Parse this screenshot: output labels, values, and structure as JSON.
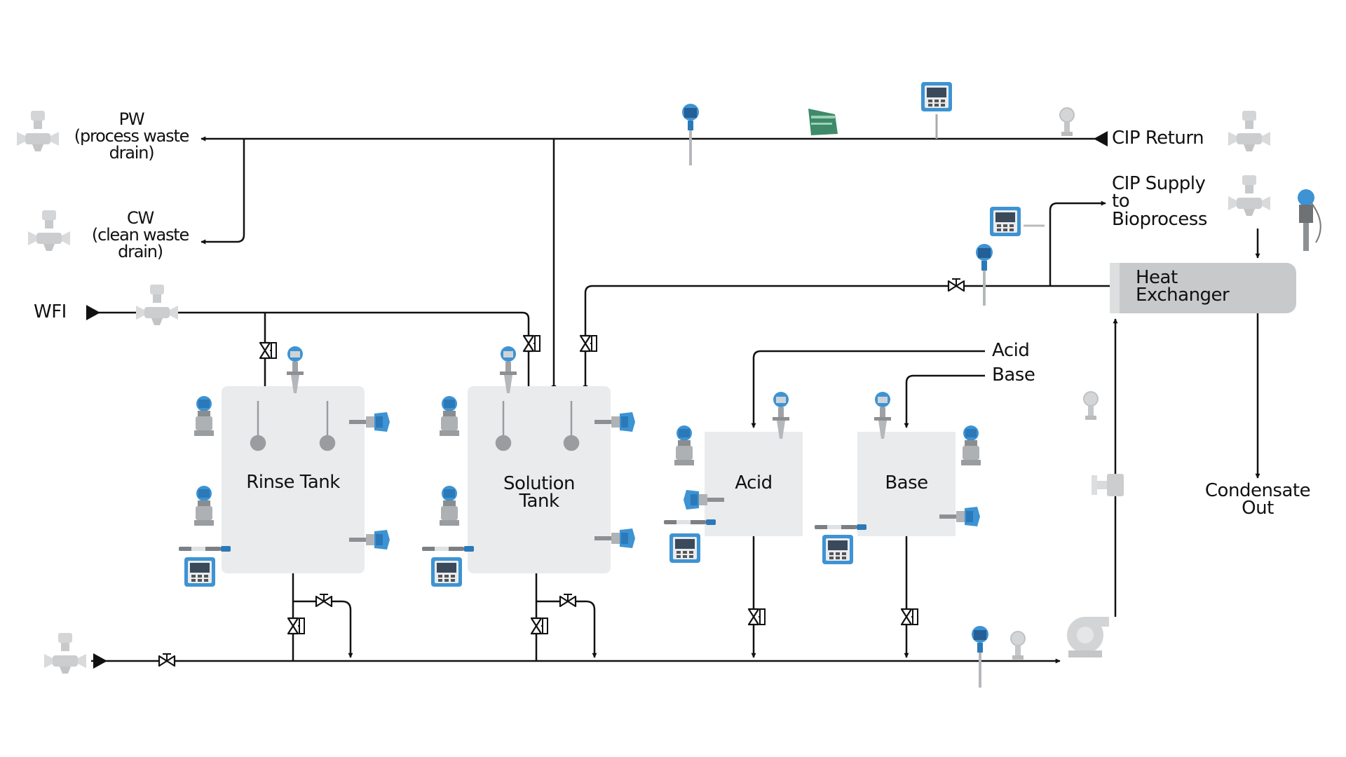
{
  "labels": {
    "pw": [
      "PW",
      "(process waste",
      "drain)"
    ],
    "cw": [
      "CW",
      "(clean waste",
      "drain)"
    ],
    "wfi": "WFI",
    "cip_return": "CIP Return",
    "cip_supply": [
      "CIP Supply",
      "to",
      "Bioprocess"
    ],
    "heat_exchanger": [
      "Heat",
      "Exchanger"
    ],
    "acid_in": "Acid",
    "base_in": "Base",
    "rinse_tank": "Rinse Tank",
    "solution_tank": [
      "Solution",
      "Tank"
    ],
    "acid_tank": "Acid",
    "base_tank": "Base",
    "condensate": [
      "Condensate",
      "Out"
    ]
  },
  "colors": {
    "line": "#111111",
    "tank_fill": "#eaebec",
    "device_blue": "#3d93d3",
    "device_dark_blue": "#1f5f9a",
    "device_grey": "#c9cbcd",
    "controller_green": "#3f8a6b"
  },
  "icons": [
    "flow-meter-icon",
    "pressure-transmitter-icon",
    "temperature-transmitter-icon",
    "level-transmitter-icon",
    "conductivity-sensor-icon",
    "transmitter-display-icon",
    "valve-icon",
    "pump-icon",
    "controller-board-icon"
  ]
}
